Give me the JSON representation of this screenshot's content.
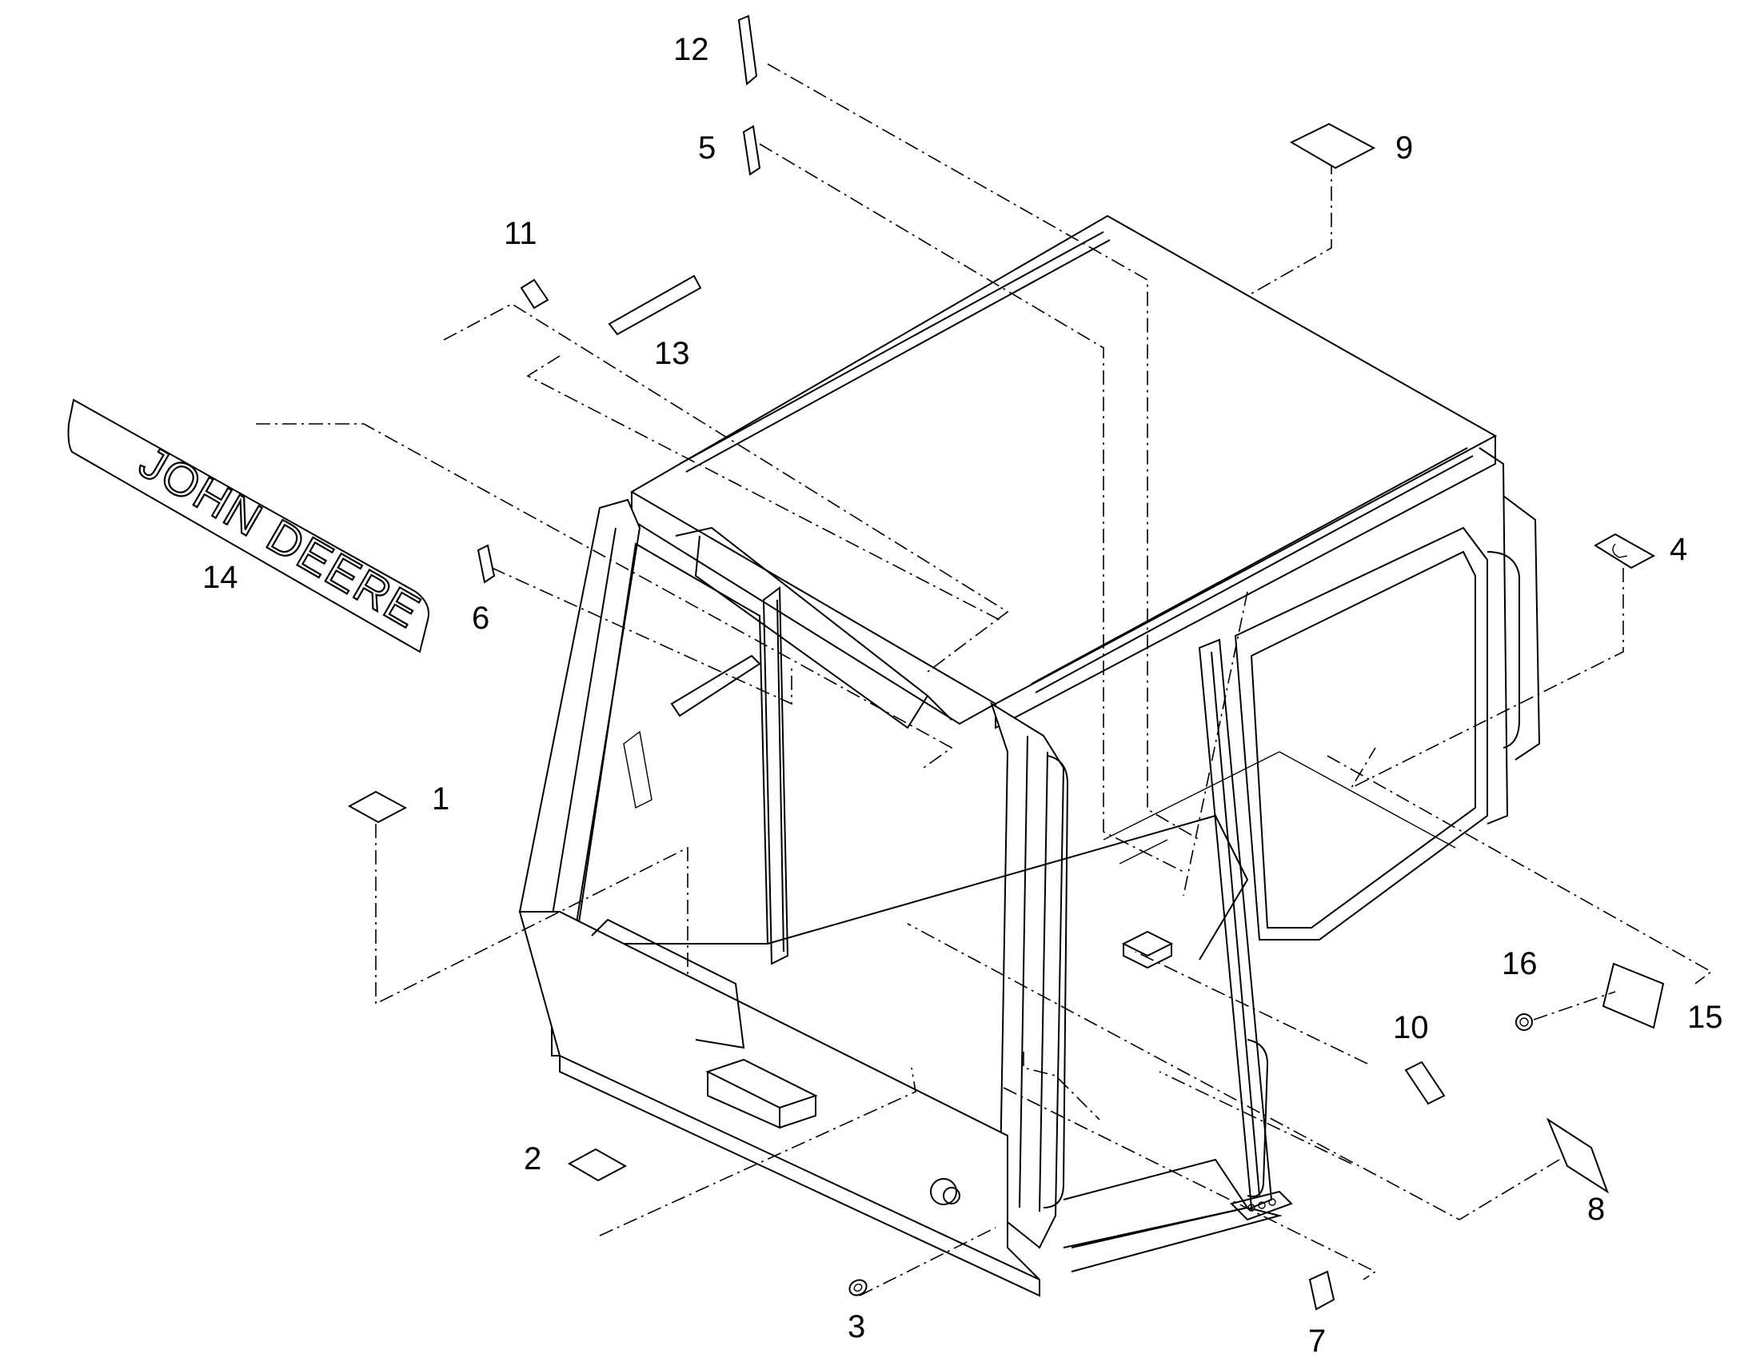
{
  "diagram": {
    "brand_decal_text": "JOHN DEERE",
    "callouts": [
      {
        "id": "callout-1",
        "label": "1"
      },
      {
        "id": "callout-2",
        "label": "2"
      },
      {
        "id": "callout-3",
        "label": "3"
      },
      {
        "id": "callout-4",
        "label": "4"
      },
      {
        "id": "callout-5",
        "label": "5"
      },
      {
        "id": "callout-6",
        "label": "6"
      },
      {
        "id": "callout-7",
        "label": "7"
      },
      {
        "id": "callout-8",
        "label": "8"
      },
      {
        "id": "callout-9",
        "label": "9"
      },
      {
        "id": "callout-10",
        "label": "10"
      },
      {
        "id": "callout-11",
        "label": "11"
      },
      {
        "id": "callout-12",
        "label": "12"
      },
      {
        "id": "callout-13",
        "label": "13"
      },
      {
        "id": "callout-14",
        "label": "14"
      },
      {
        "id": "callout-15",
        "label": "15"
      },
      {
        "id": "callout-16",
        "label": "16"
      }
    ]
  }
}
